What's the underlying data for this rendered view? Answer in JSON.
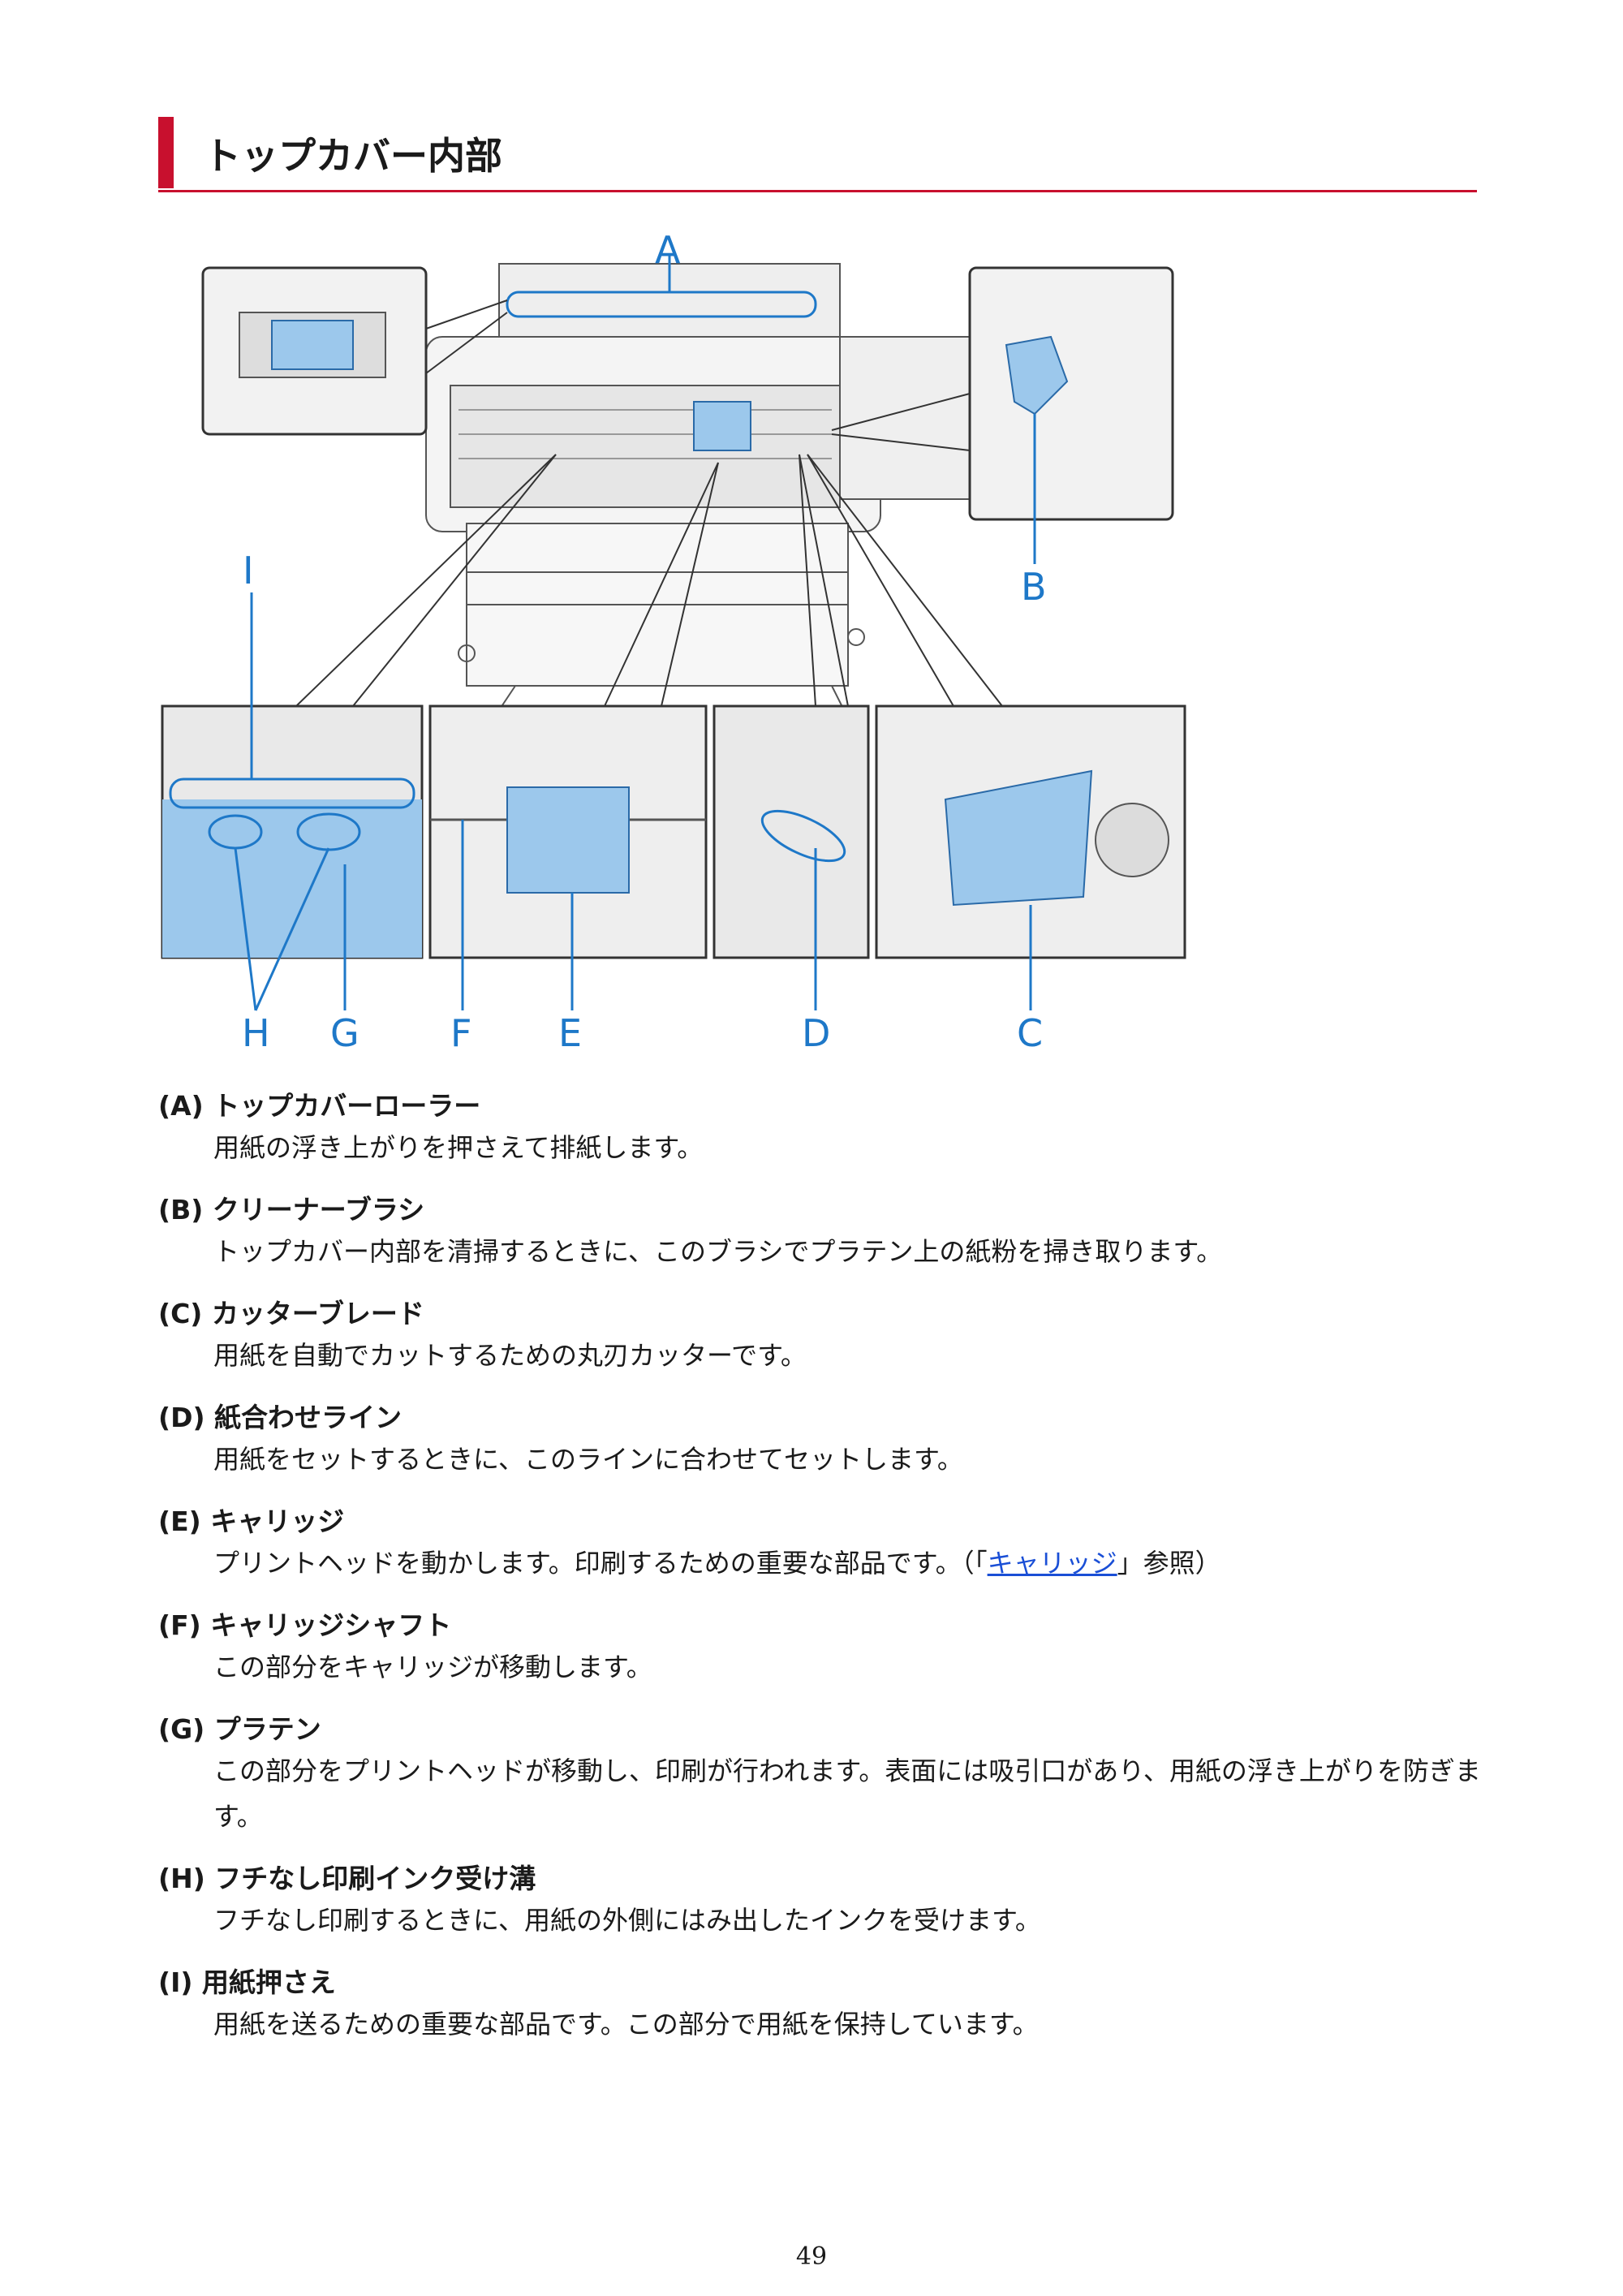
{
  "heading": {
    "title": "トップカバー内部"
  },
  "figure": {
    "callouts": [
      "A",
      "B",
      "C",
      "D",
      "E",
      "F",
      "G",
      "H",
      "I"
    ]
  },
  "items": [
    {
      "title": "(A) トップカバーローラー",
      "desc": "用紙の浮き上がりを押さえて排紙します。"
    },
    {
      "title": "(B) クリーナーブラシ",
      "desc": "トップカバー内部を清掃するときに、このブラシでプラテン上の紙粉を掃き取ります。"
    },
    {
      "title": "(C) カッターブレード",
      "desc": "用紙を自動でカットするための丸刃カッターです。"
    },
    {
      "title": "(D) 紙合わせライン",
      "desc": "用紙をセットするときに、このラインに合わせてセットします。"
    },
    {
      "title": "(E) キャリッジ",
      "desc_before": "プリントヘッドを動かします。印刷するための重要な部品です。（「",
      "link": "キャリッジ",
      "desc_after": "」参照）"
    },
    {
      "title": "(F) キャリッジシャフト",
      "desc": "この部分をキャリッジが移動します。"
    },
    {
      "title": "(G) プラテン",
      "desc": "この部分をプリントヘッドが移動し、印刷が行われます。表面には吸引口があり、用紙の浮き上がりを防ぎます。"
    },
    {
      "title": "(H) フチなし印刷インク受け溝",
      "desc": "フチなし印刷するときに、用紙の外側にはみ出したインクを受けます。"
    },
    {
      "title": "(I) 用紙押さえ",
      "desc": "用紙を送るための重要な部品です。この部分で用紙を保持しています。"
    }
  ],
  "page_number": "49",
  "colors": {
    "accent": "#c8102e",
    "callout": "#1e78c8",
    "link": "#1a4fd6",
    "highlight": "#9cc8ec"
  }
}
